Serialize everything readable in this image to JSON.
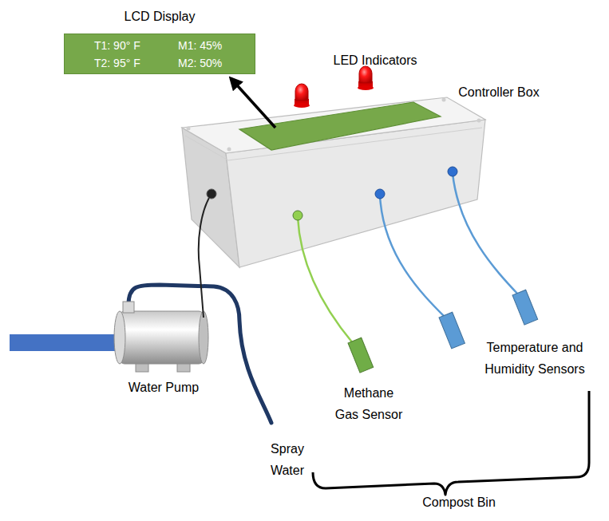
{
  "diagram": {
    "nodes": [
      {
        "text": [
          "LCD Display",
          "T1: 90° F",
          "M1: 45%",
          "T2: 95° F",
          "M2: 50%"
        ]
      }
    ],
    "labels": [
      "LED Indicators",
      "Controller Box",
      "Water Pump",
      "Methane Gas Sensor",
      "Spray Water",
      "Temperature and Humidity Sensors",
      "Compost Bin"
    ]
  }
}
